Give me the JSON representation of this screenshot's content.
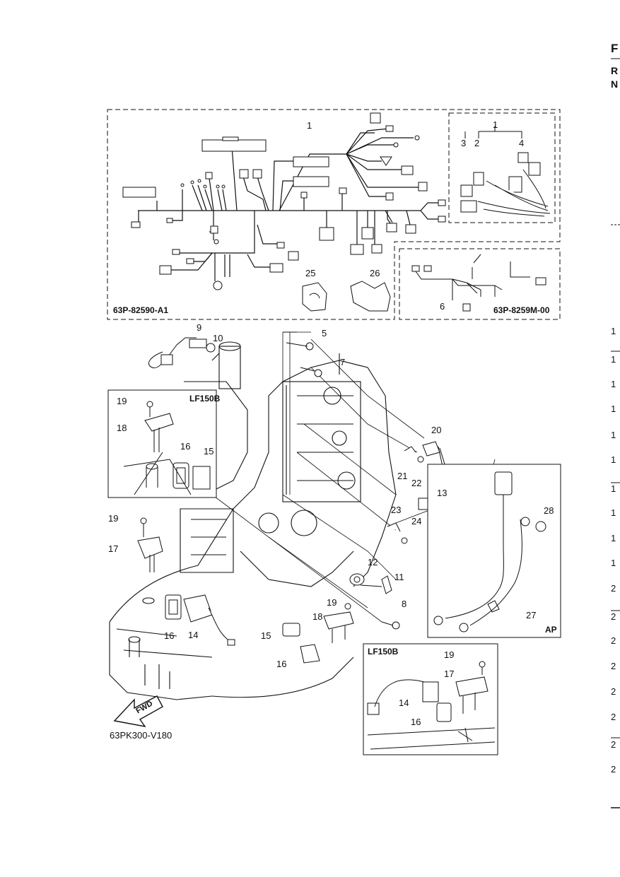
{
  "right_edge": {
    "header": [
      "F",
      "R",
      "N"
    ],
    "numbers": [
      "1",
      "1",
      "1",
      "1",
      "1",
      "1",
      "1",
      "1",
      "1",
      "1",
      "2",
      "2",
      "2",
      "2",
      "2",
      "2",
      "2",
      "2"
    ]
  },
  "callouts": [
    "1",
    "1",
    "2",
    "3",
    "4",
    "25",
    "26",
    "6",
    "9",
    "10",
    "5",
    "7",
    "19",
    "18",
    "16",
    "15",
    "20",
    "21",
    "22",
    "13",
    "23",
    "24",
    "19",
    "17",
    "12",
    "11",
    "8",
    "28",
    "27",
    "16",
    "14",
    "19",
    "18",
    "15",
    "16",
    "19",
    "17",
    "14",
    "16"
  ],
  "panel_codes": {
    "harness_main": "63P-82590-A1",
    "harness_sub": "63P-8259M-00",
    "diagram_ref": "63PK300-V180"
  },
  "inset_titles": {
    "lf150b_top": "LF150B",
    "lf150b_bottom": "LF150B",
    "ap": "AP"
  },
  "direction_arrow": "FWD"
}
